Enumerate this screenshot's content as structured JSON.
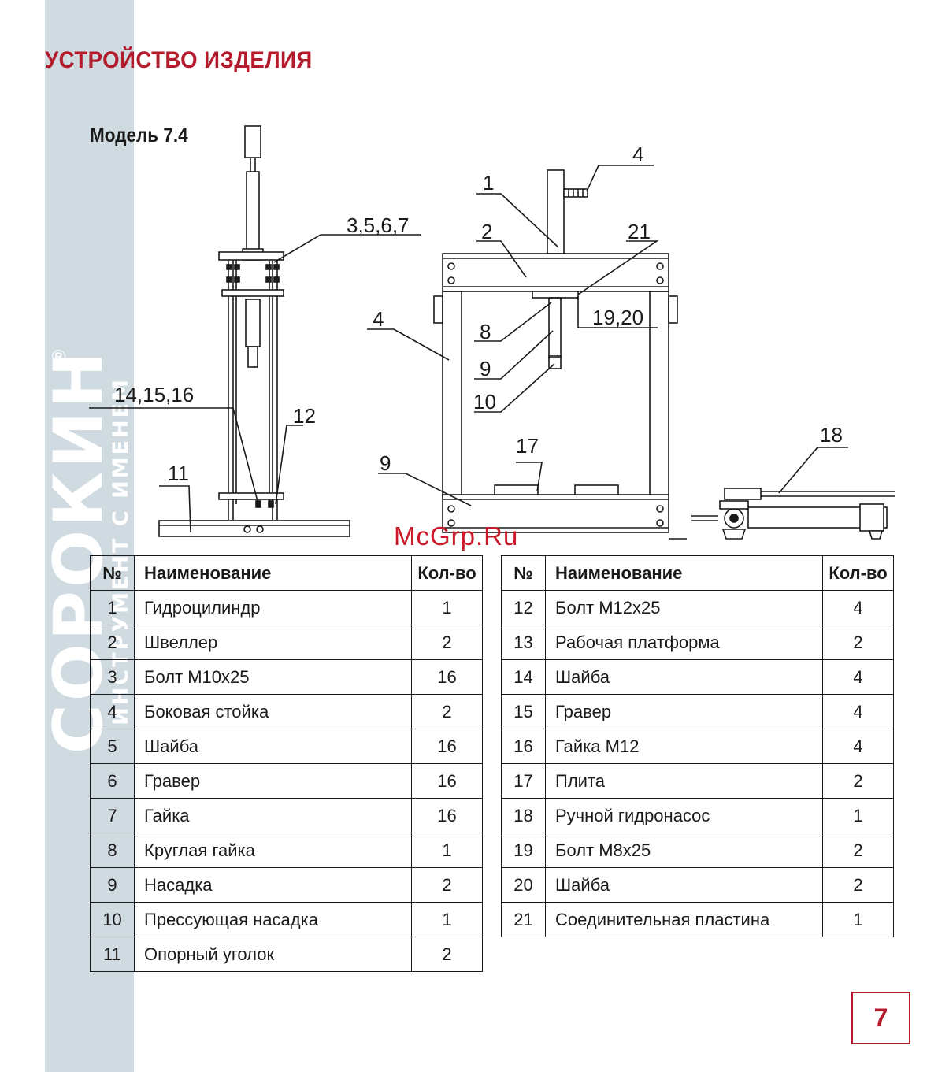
{
  "page": {
    "title": "УСТРОЙСТВО ИЗДЕЛИЯ",
    "model": "Модель 7.4",
    "page_number": "7",
    "watermark": "McGrp.Ru"
  },
  "brand": {
    "name": "СОРОКИН",
    "tagline": "ИНСТРУМЕНТ С ИМЕНЕМ",
    "registered": "R"
  },
  "callouts": {
    "side_3567": "3,5,6,7",
    "side_141516": "14,15,16",
    "side_12": "12",
    "side_11": "11",
    "front_1": "1",
    "front_4_top": "4",
    "front_2": "2",
    "front_21": "21",
    "front_4": "4",
    "front_8": "8",
    "front_1920": "19,20",
    "front_9_mid": "9",
    "front_10": "10",
    "front_17": "17",
    "front_9": "9",
    "pump_18": "18"
  },
  "table": {
    "headers": {
      "num": "№",
      "name": "Наименование",
      "qty": "Кол-во"
    },
    "left": [
      {
        "num": "1",
        "name": "Гидроцилиндр",
        "qty": "1"
      },
      {
        "num": "2",
        "name": "Швеллер",
        "qty": "2"
      },
      {
        "num": "3",
        "name": "Болт М10х25",
        "qty": "16"
      },
      {
        "num": "4",
        "name": "Боковая стойка",
        "qty": "2"
      },
      {
        "num": "5",
        "name": "Шайба",
        "qty": "16"
      },
      {
        "num": "6",
        "name": "Гравер",
        "qty": "16"
      },
      {
        "num": "7",
        "name": "Гайка",
        "qty": "16"
      },
      {
        "num": "8",
        "name": "Круглая гайка",
        "qty": "1"
      },
      {
        "num": "9",
        "name": "Насадка",
        "qty": "2"
      },
      {
        "num": "10",
        "name": "Прессующая насадка",
        "qty": "1"
      },
      {
        "num": "11",
        "name": "Опорный уголок",
        "qty": "2"
      }
    ],
    "right": [
      {
        "num": "12",
        "name": "Болт М12х25",
        "qty": "4"
      },
      {
        "num": "13",
        "name": "Рабочая платформа",
        "qty": "2"
      },
      {
        "num": "14",
        "name": "Шайба",
        "qty": "4"
      },
      {
        "num": "15",
        "name": "Гравер",
        "qty": "4"
      },
      {
        "num": "16",
        "name": "Гайка М12",
        "qty": "4"
      },
      {
        "num": "17",
        "name": "Плита",
        "qty": "2"
      },
      {
        "num": "18",
        "name": "Ручной гидронасос",
        "qty": "1"
      },
      {
        "num": "19",
        "name": "Болт М8х25",
        "qty": "2"
      },
      {
        "num": "20",
        "name": "Шайба",
        "qty": "2"
      },
      {
        "num": "21",
        "name": "Соединительная пластина",
        "qty": "1"
      }
    ]
  },
  "colors": {
    "accent": "#b31a2b",
    "band": "#cfdbe1",
    "watermark": "#cc1a2a"
  }
}
